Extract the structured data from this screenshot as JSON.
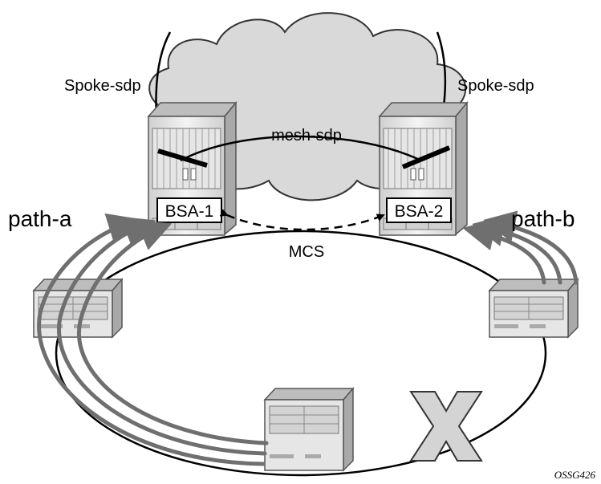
{
  "labels": {
    "spoke_left": "Spoke-sdp",
    "spoke_right": "Spoke-sdp",
    "mesh": "mesh-sdp",
    "mcs": "MCS",
    "path_a": "path-a",
    "path_b": "path-b",
    "node_left": "BSA-1",
    "node_right": "BSA-2",
    "figure_id": "OSSG426"
  },
  "colors": {
    "cloud_fill": "#d9d9d9",
    "cloud_stroke": "#333333",
    "router_body": "#e8e8e8",
    "router_dark": "#9a9a9a",
    "path_arrow": "#6f6f6f",
    "ring": "#000000",
    "x_fill": "#d4d4d4"
  },
  "icons": [
    "cloud-icon",
    "router-icon",
    "ring-switch-icon",
    "failure-x-icon"
  ]
}
